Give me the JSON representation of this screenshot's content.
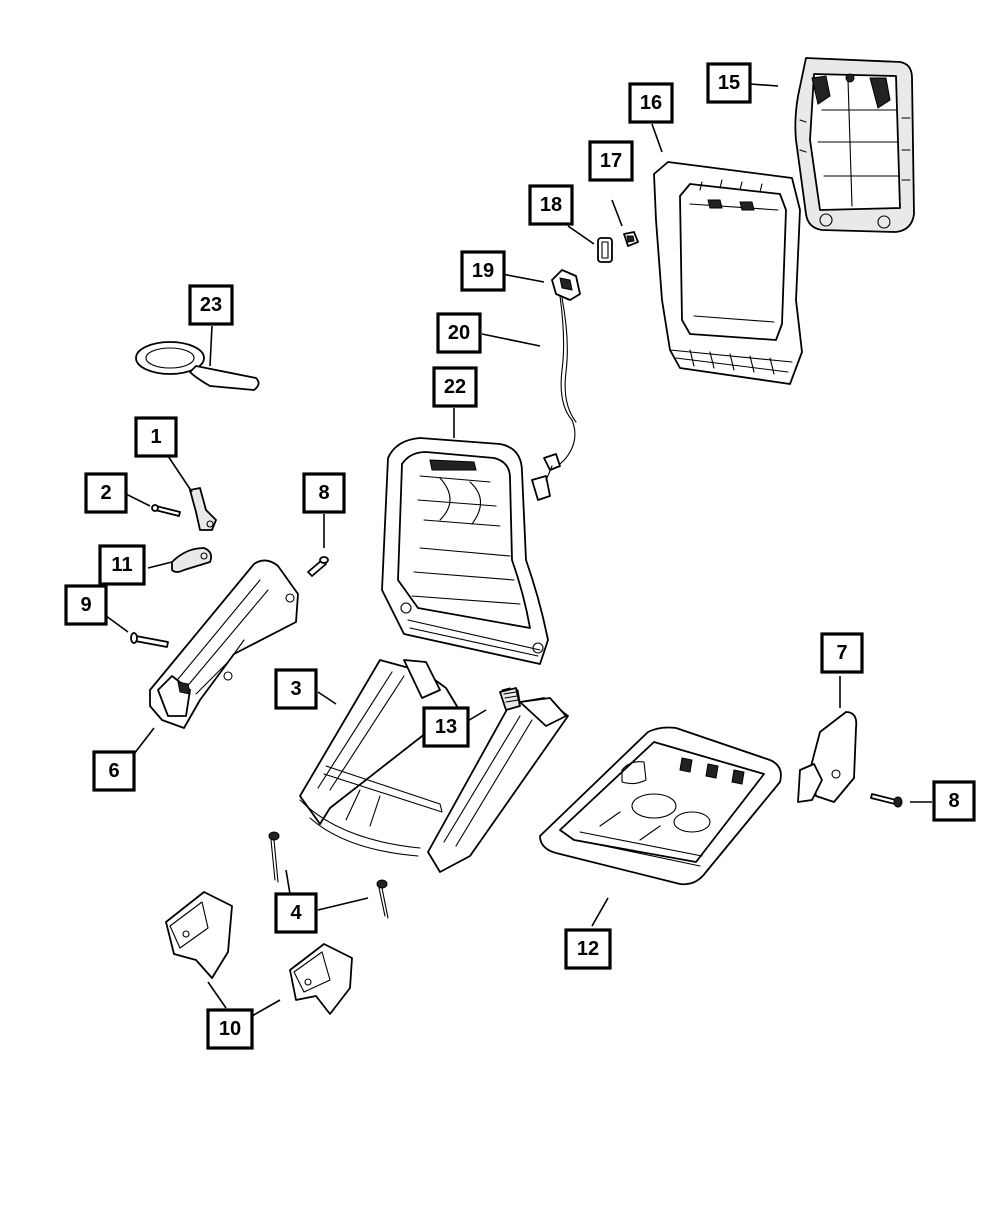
{
  "callouts": [
    {
      "id": "c1",
      "label": "1"
    },
    {
      "id": "c2",
      "label": "2"
    },
    {
      "id": "c3",
      "label": "3"
    },
    {
      "id": "c4",
      "label": "4"
    },
    {
      "id": "c6",
      "label": "6"
    },
    {
      "id": "c7",
      "label": "7"
    },
    {
      "id": "c8a",
      "label": "8"
    },
    {
      "id": "c8b",
      "label": "8"
    },
    {
      "id": "c9",
      "label": "9"
    },
    {
      "id": "c10",
      "label": "10"
    },
    {
      "id": "c11",
      "label": "11"
    },
    {
      "id": "c12",
      "label": "12"
    },
    {
      "id": "c13",
      "label": "13"
    },
    {
      "id": "c15",
      "label": "15"
    },
    {
      "id": "c16",
      "label": "16"
    },
    {
      "id": "c17",
      "label": "17"
    },
    {
      "id": "c18",
      "label": "18"
    },
    {
      "id": "c19",
      "label": "19"
    },
    {
      "id": "c20",
      "label": "20"
    },
    {
      "id": "c22",
      "label": "22"
    },
    {
      "id": "c23",
      "label": "23"
    }
  ]
}
